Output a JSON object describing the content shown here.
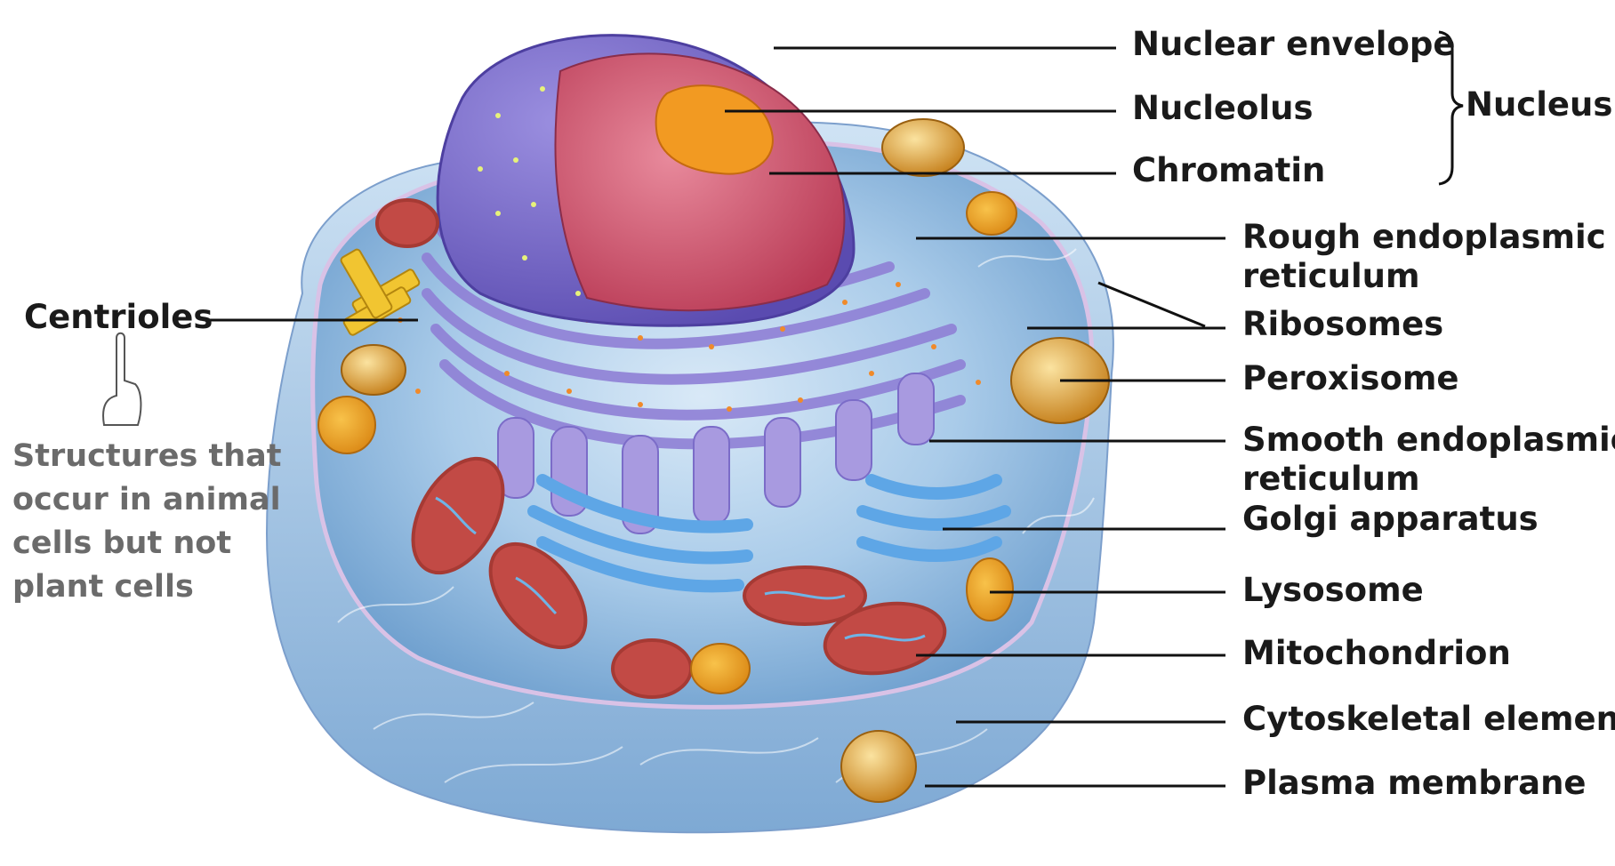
{
  "labels": {
    "nuclear_envelope": "Nuclear envelope",
    "nucleolus": "Nucleolus",
    "chromatin": "Chromatin",
    "nucleus": "Nucleus",
    "rough_er_1": "Rough endoplasmic",
    "rough_er_2": "reticulum",
    "ribosomes": "Ribosomes",
    "peroxisome": "Peroxisome",
    "smooth_er_1": "Smooth endoplasmic",
    "smooth_er_2": "reticulum",
    "golgi": "Golgi apparatus",
    "lysosome": "Lysosome",
    "mitochondrion": "Mitochondrion",
    "cytoskeletal": "Cytoskeletal element",
    "plasma_membrane": "Plasma membrane",
    "centrioles": "Centrioles"
  },
  "note": {
    "line1": "Structures that",
    "line2": "occur in animal",
    "line3": "cells but not",
    "line4": "plant cells"
  },
  "icons": {
    "pointer": "pointing-hand-icon"
  },
  "colors": {
    "cytoplasm": "#7fb2dc",
    "nucleus_envelope": "#8f7fd0",
    "chromatin": "#d24d62",
    "nucleolus": "#f28a1d",
    "er": "#9d8fda",
    "golgi": "#5aa2e0",
    "mitochondrion": "#b5443d",
    "peroxisome": "#e0a23a",
    "centrioles": "#f0c330",
    "label_text": "#1a1a1a",
    "note_text": "#6b6b6b"
  }
}
